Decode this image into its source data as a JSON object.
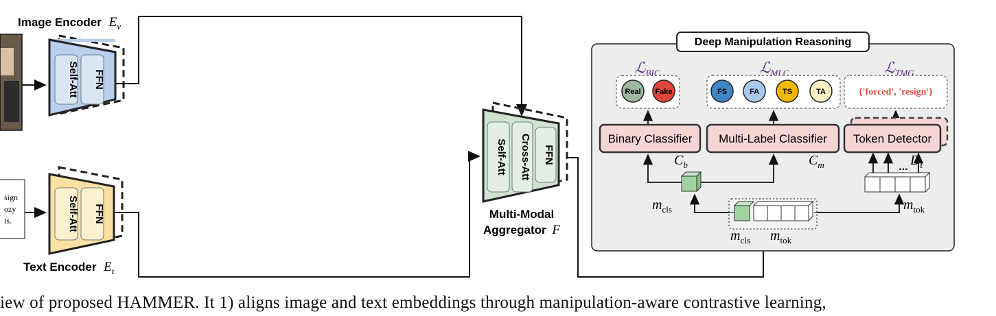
{
  "encoders": {
    "image": {
      "title": "Image Encoder",
      "symbol": "E",
      "subscript": "v",
      "self_att": "Self-Att",
      "ffn": "FFN"
    },
    "text": {
      "title": "Text Encoder",
      "symbol": "E",
      "subscript": "t",
      "self_att": "Self-Att",
      "ffn": "FFN",
      "snippet_lines": [
        "sign",
        "ozy",
        "is."
      ]
    }
  },
  "aggregator": {
    "title_line1": "Multi-Modal",
    "title_line2": "Aggregator",
    "symbol": "F",
    "self_att": "Self-Att",
    "cross_att": "Cross-Att",
    "ffn": "FFN"
  },
  "reasoning": {
    "title": "Deep Manipulation Reasoning",
    "losses": [
      {
        "symbol": "ℒ",
        "subscript": "BIC"
      },
      {
        "symbol": "ℒ",
        "subscript": "MLC"
      },
      {
        "symbol": "ℒ",
        "subscript": "TMG"
      }
    ],
    "binary_labels": [
      {
        "label": "Real",
        "color": "#9fb89f"
      },
      {
        "label": "Fake",
        "color": "#e0453b"
      }
    ],
    "multi_labels": [
      {
        "label": "FS",
        "color": "#3f86c8"
      },
      {
        "label": "FA",
        "color": "#a9c9ec"
      },
      {
        "label": "TS",
        "color": "#f5b800"
      },
      {
        "label": "TA",
        "color": "#fdf0c6"
      }
    ],
    "tokens_text": "{'forced', 'resign'}",
    "binary_classifier": {
      "label": "Binary Classifier",
      "symbol": "C",
      "subscript": "b"
    },
    "multi_label_classifier": {
      "label": "Multi-Label Classifier",
      "symbol": "C",
      "subscript": "m"
    },
    "token_detector": {
      "label": "Token Detector",
      "symbol": "D",
      "subscript": "t"
    },
    "ellipsis": "...",
    "m_cls": {
      "symbol": "m",
      "subscript": "cls"
    },
    "m_tok": {
      "symbol": "m",
      "subscript": "tok"
    }
  },
  "caption": "iew of proposed HAMMER. It 1) aligns image and text embeddings through manipulation-aware contrastive learning,",
  "colors": {
    "blue_fill": "#b8cfee",
    "yellow_fill": "#fbe2a3",
    "green_fill": "#cfe3cf",
    "panel_bg": "#ededed",
    "classifier_fill": "#f6d5d5",
    "loss_purple": "#5a2a8a",
    "token_red": "#e2453c"
  }
}
